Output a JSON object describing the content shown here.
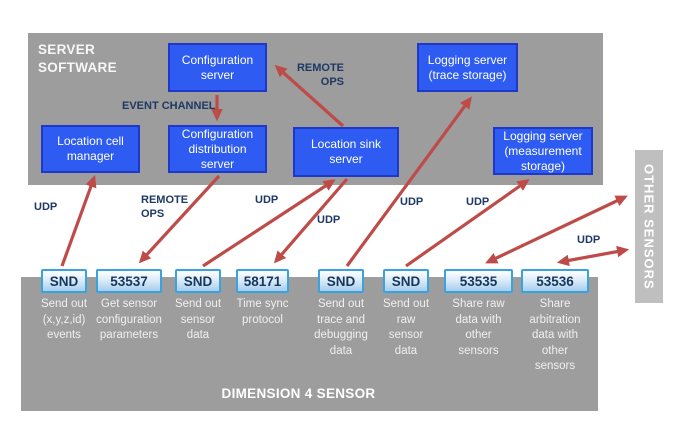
{
  "diagram": {
    "server_panel": {
      "title": "SERVER SOFTWARE",
      "nodes": [
        {
          "id": "configuration-server",
          "label": "Configuration server"
        },
        {
          "id": "location-cell-manager",
          "label": "Location cell manager"
        },
        {
          "id": "configuration-distribution-server",
          "label": "Configuration distribution server"
        },
        {
          "id": "location-sink-server",
          "label": "Location sink server"
        },
        {
          "id": "logging-server-trace",
          "label": "Logging server (trace storage)"
        },
        {
          "id": "logging-server-measurement",
          "label": "Logging server (measurement storage)"
        }
      ]
    },
    "sensor_panel": {
      "title": "DIMENSION 4 SENSOR",
      "ports": [
        {
          "code": "SND",
          "description": "Send out (x,y,z,id) events"
        },
        {
          "code": "53537",
          "description": "Get sensor configuration parameters"
        },
        {
          "code": "SND",
          "description": "Send out sensor data"
        },
        {
          "code": "58171",
          "description": "Time sync protocol"
        },
        {
          "code": "SND",
          "description": "Send out trace and debugging data"
        },
        {
          "code": "SND",
          "description": "Send out raw sensor data"
        },
        {
          "code": "53535",
          "description": "Share raw data with other sensors"
        },
        {
          "code": "53536",
          "description": "Share arbitration data with other sensors"
        }
      ]
    },
    "other_sensors_panel": {
      "title": "OTHER SENSORS"
    },
    "edge_labels": {
      "event_channel": "EVENT CHANNEL",
      "remote_ops_top": "REMOTE\nOPS",
      "remote_ops_mid": "REMOTE\nOPS",
      "udp_location_cell": "UDP",
      "udp_sink_up": "UDP",
      "udp_sink_down": "UDP",
      "udp_trace": "UDP",
      "udp_measurement": "UDP",
      "udp_other_sensors": "UDP"
    },
    "connections": [
      {
        "from": "configuration-server",
        "to": "configuration-distribution-server",
        "label": "EVENT CHANNEL",
        "bidirectional": false
      },
      {
        "from": "location-sink-server",
        "to": "configuration-server",
        "label": "REMOTE OPS",
        "bidirectional": false
      },
      {
        "from": "port-snd-events",
        "to": "location-cell-manager",
        "label": "UDP",
        "bidirectional": false
      },
      {
        "from": "configuration-distribution-server",
        "to": "port-53537",
        "label": "REMOTE OPS",
        "bidirectional": false
      },
      {
        "from": "port-snd-sensor-data",
        "to": "location-sink-server",
        "label": "UDP",
        "bidirectional": false
      },
      {
        "from": "location-sink-server",
        "to": "port-58171",
        "label": "UDP",
        "bidirectional": false
      },
      {
        "from": "port-snd-trace",
        "to": "logging-server-trace",
        "label": "UDP",
        "bidirectional": false
      },
      {
        "from": "port-snd-raw",
        "to": "logging-server-measurement",
        "label": "UDP",
        "bidirectional": false
      },
      {
        "from": "port-53535",
        "to": "other-sensors",
        "label": "UDP",
        "bidirectional": true
      },
      {
        "from": "port-53536",
        "to": "other-sensors",
        "label": "UDP",
        "bidirectional": true
      }
    ],
    "colors": {
      "panel_gray": "#9d9d9d",
      "other_sensors_gray": "#bfbfbf",
      "node_blue": "#2e5cf3",
      "node_border_blue": "#2038c8",
      "port_border_blue": "#3aa2dc",
      "port_text_navy": "#17365d",
      "arrow_red": "#be4b48",
      "label_navy": "#1f3864"
    }
  }
}
